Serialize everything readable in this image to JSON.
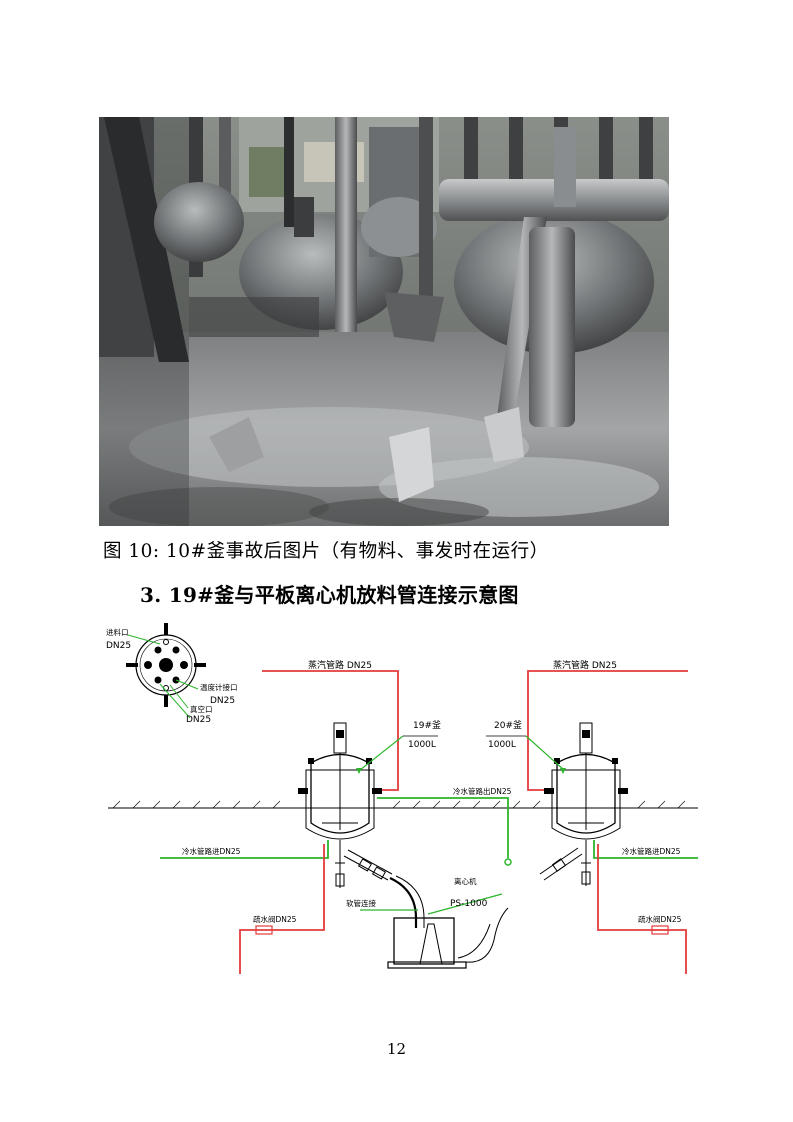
{
  "photo": {
    "caption": "图 10:  10#釜事故后图片（有物料、事发时在运行）"
  },
  "section": {
    "heading": "3. 19#釜与平板离心机放料管连接示意图"
  },
  "diagram": {
    "inlet_label": "进料口",
    "inlet_size": "DN25",
    "temp_label": "温度计接口",
    "temp_size": "DN25",
    "vacuum_label": "真空口",
    "vacuum_size": "DN25",
    "steam_left": "蒸汽管路 DN25",
    "steam_right": "蒸汽管路 DN25",
    "kettle19_name": "19#釜",
    "kettle19_vol": "1000L",
    "kettle20_name": "20#釜",
    "kettle20_vol": "1000L",
    "cooling_out": "冷水管路出DN25",
    "cooling_in_left": "冷水管路进DN25",
    "cooling_in_right": "冷水管路进DN25",
    "drain_left": "疏水阀DN25",
    "drain_right": "疏水阀DN25",
    "hose_label": "软管连接",
    "centrifuge_label": "离心机",
    "centrifuge_model": "PS-1000"
  },
  "footer": {
    "page_number": "12"
  }
}
